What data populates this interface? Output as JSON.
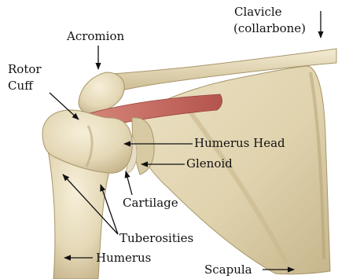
{
  "labels": {
    "clavicle": "Clavicle",
    "clavicle_alt": "(collarbone)",
    "acromion": "Acromion",
    "rotor": "Rotor",
    "cuff": "Cuff",
    "humerus_head": "Humerus Head",
    "glenoid": "Glenoid",
    "cartilage": "Cartilage",
    "tuberosities": "Tuberosities",
    "humerus": "Humerus",
    "scapula": "Scapula"
  },
  "colors": {
    "bone_light": "#efe6cc",
    "bone_mid": "#dccfa8",
    "bone_shadow": "#b9a67b",
    "cuff_red": "#c0645c",
    "line": "#111111",
    "background": "#ffffff"
  }
}
